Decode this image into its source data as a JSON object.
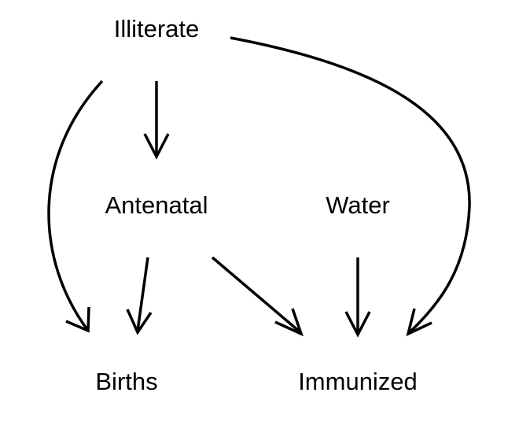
{
  "nodes": {
    "illiterate": "Illiterate",
    "antenatal": "Antenatal",
    "water": "Water",
    "births": "Births",
    "immunized": "Immunized"
  },
  "edges": [
    {
      "from": "Illiterate",
      "to": "Births"
    },
    {
      "from": "Illiterate",
      "to": "Antenatal"
    },
    {
      "from": "Illiterate",
      "to": "Immunized"
    },
    {
      "from": "Antenatal",
      "to": "Births"
    },
    {
      "from": "Antenatal",
      "to": "Immunized"
    },
    {
      "from": "Water",
      "to": "Immunized"
    }
  ],
  "colors": {
    "stroke": "#000000",
    "background": "#ffffff"
  }
}
